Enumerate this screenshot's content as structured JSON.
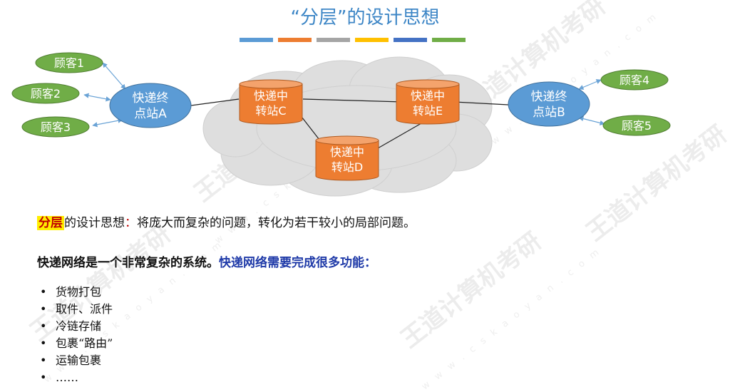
{
  "title": "“分层”的设计思想",
  "colors": {
    "title": "#3d86c6",
    "divider": [
      "#5b9bd5",
      "#ed7d31",
      "#a5a5a5",
      "#ffc000",
      "#4472c4",
      "#70ad47"
    ],
    "customer_node": "#70ad47",
    "endpoint_node": "#5b9bd5",
    "hub_node": "#ed7d31",
    "cloud": "#dedede",
    "highlight_bg": "#ffee00",
    "highlight_text": "#c00000",
    "emphasis_blue": "#1f3aa8"
  },
  "diagram": {
    "customers": [
      "顾客1",
      "顾客2",
      "顾客3",
      "顾客4",
      "顾客5"
    ],
    "endpoints": {
      "A": [
        "快递终",
        "点站A"
      ],
      "B": [
        "快递终",
        "点站B"
      ]
    },
    "hubs": {
      "C": [
        "快递中",
        "转站C"
      ],
      "D": [
        "快递中",
        "转站D"
      ],
      "E": [
        "快递中",
        "转站E"
      ]
    }
  },
  "text": {
    "intro_highlight": "分层",
    "intro_mid": "的设计思想",
    "intro_colon": "：",
    "intro_rest": "将庞大而复杂的问题，转化为若干较小的局部问题。",
    "complex_a": "快递网络是一个非常复杂的系统。",
    "complex_b": "快递网络需要完成很多功能：",
    "bullet": "•"
  },
  "functions": [
    "货物打包",
    "取件、派件",
    "冷链存储",
    "包裹“路由”",
    "运输包裹",
    "……"
  ],
  "watermark": {
    "brand": "王道计算机考研",
    "url": "w w w . c s k a o y a n . c o m"
  }
}
